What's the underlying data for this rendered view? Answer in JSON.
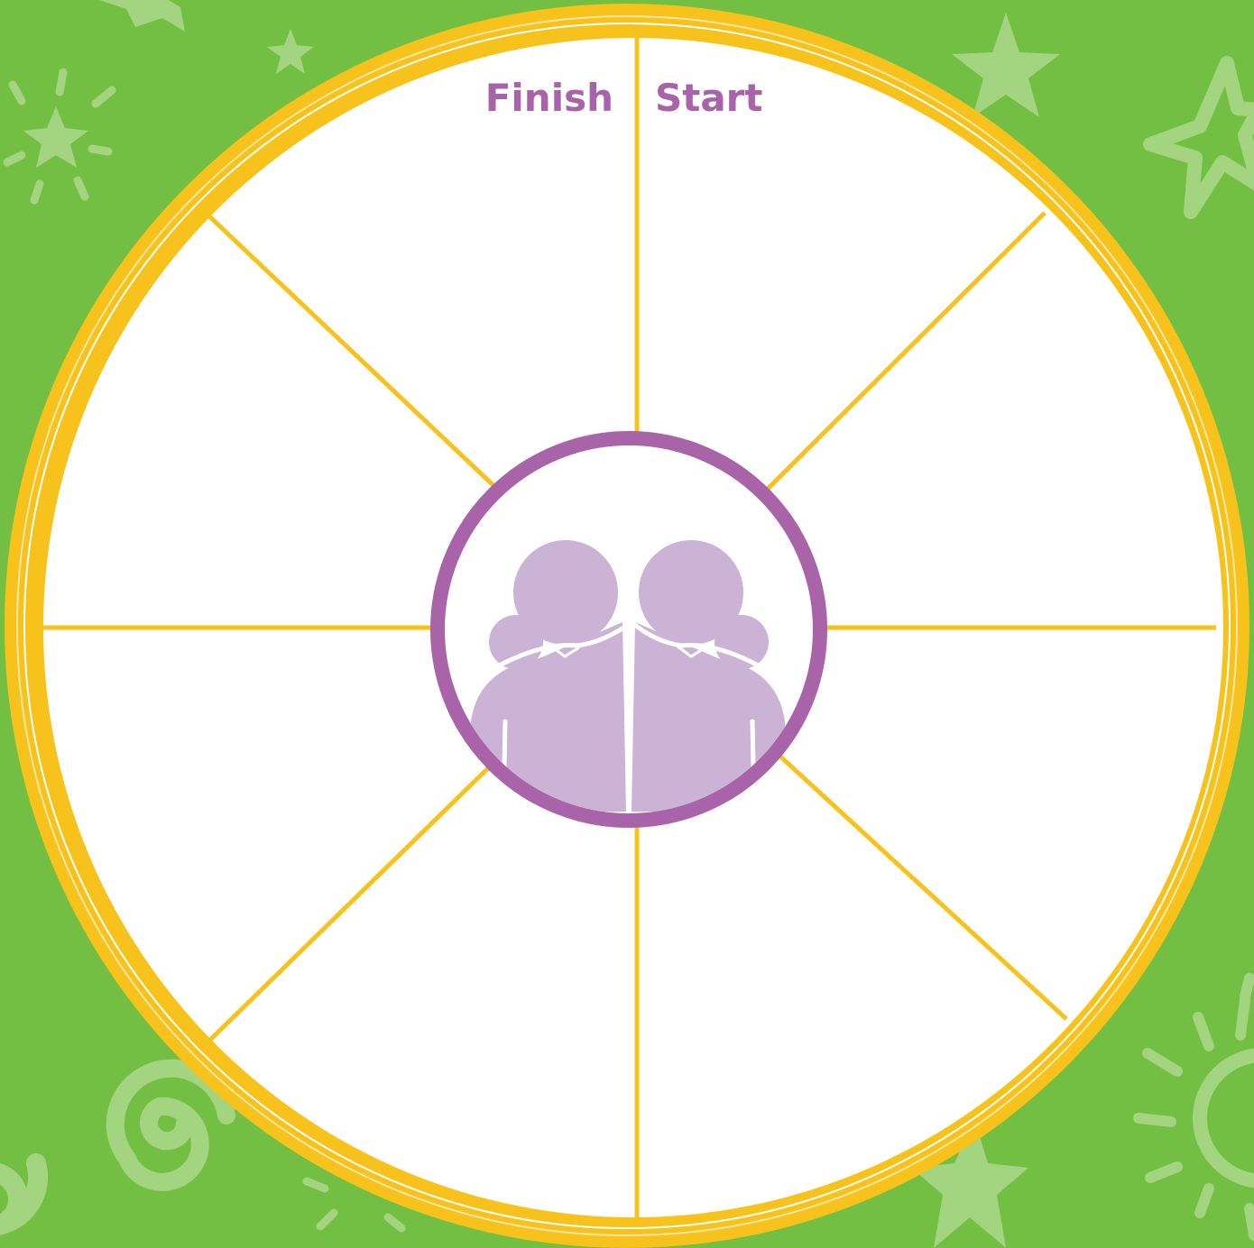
{
  "board": {
    "finish_label": "Finish",
    "start_label": "Start",
    "center_icon": "two-friends-icon",
    "segment_count": 8
  },
  "decorations": {
    "icons": [
      "star-icon",
      "sparkle-icon",
      "spiral-icon",
      "sun-icon"
    ]
  },
  "colors": {
    "background": "#72bf44",
    "decoration": "#a3d480",
    "ring": "#f7c21b",
    "divider": "#f7c21b",
    "board_fill": "#ffffff",
    "center_border": "#a863a9",
    "center_figure": "#cbb3d6",
    "label": "#a863a9"
  }
}
